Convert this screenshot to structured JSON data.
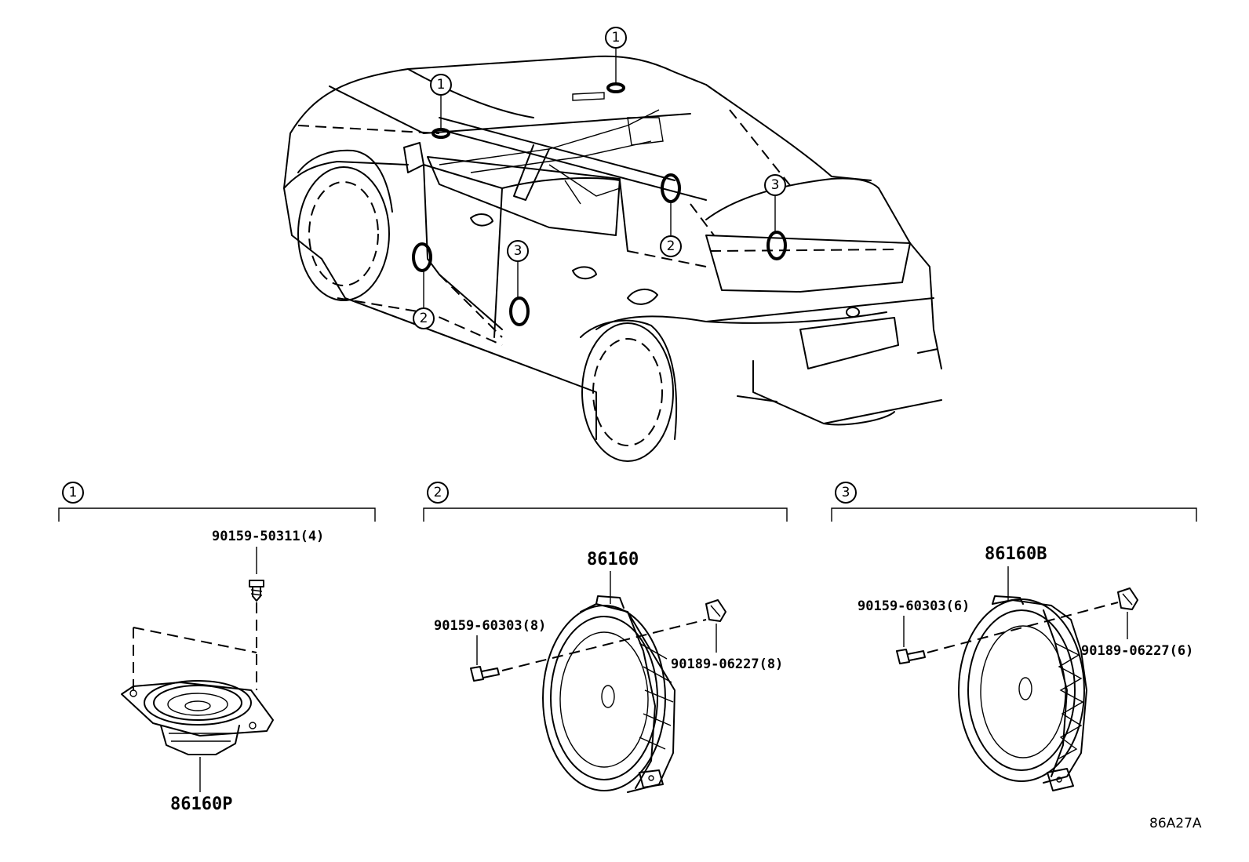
{
  "callouts": {
    "c1": "1",
    "c2": "2",
    "c3": "3"
  },
  "groups": [
    {
      "number": "1",
      "main_part": "86160P",
      "fasteners": [
        "90159-50311(4)"
      ]
    },
    {
      "number": "2",
      "main_part": "86160",
      "fasteners": [
        "90159-60303(8)",
        "90189-06227(8)"
      ]
    },
    {
      "number": "3",
      "main_part": "86160B",
      "fasteners": [
        "90159-60303(6)",
        "90189-06227(6)"
      ]
    }
  ],
  "diagram_code": "86A27A"
}
